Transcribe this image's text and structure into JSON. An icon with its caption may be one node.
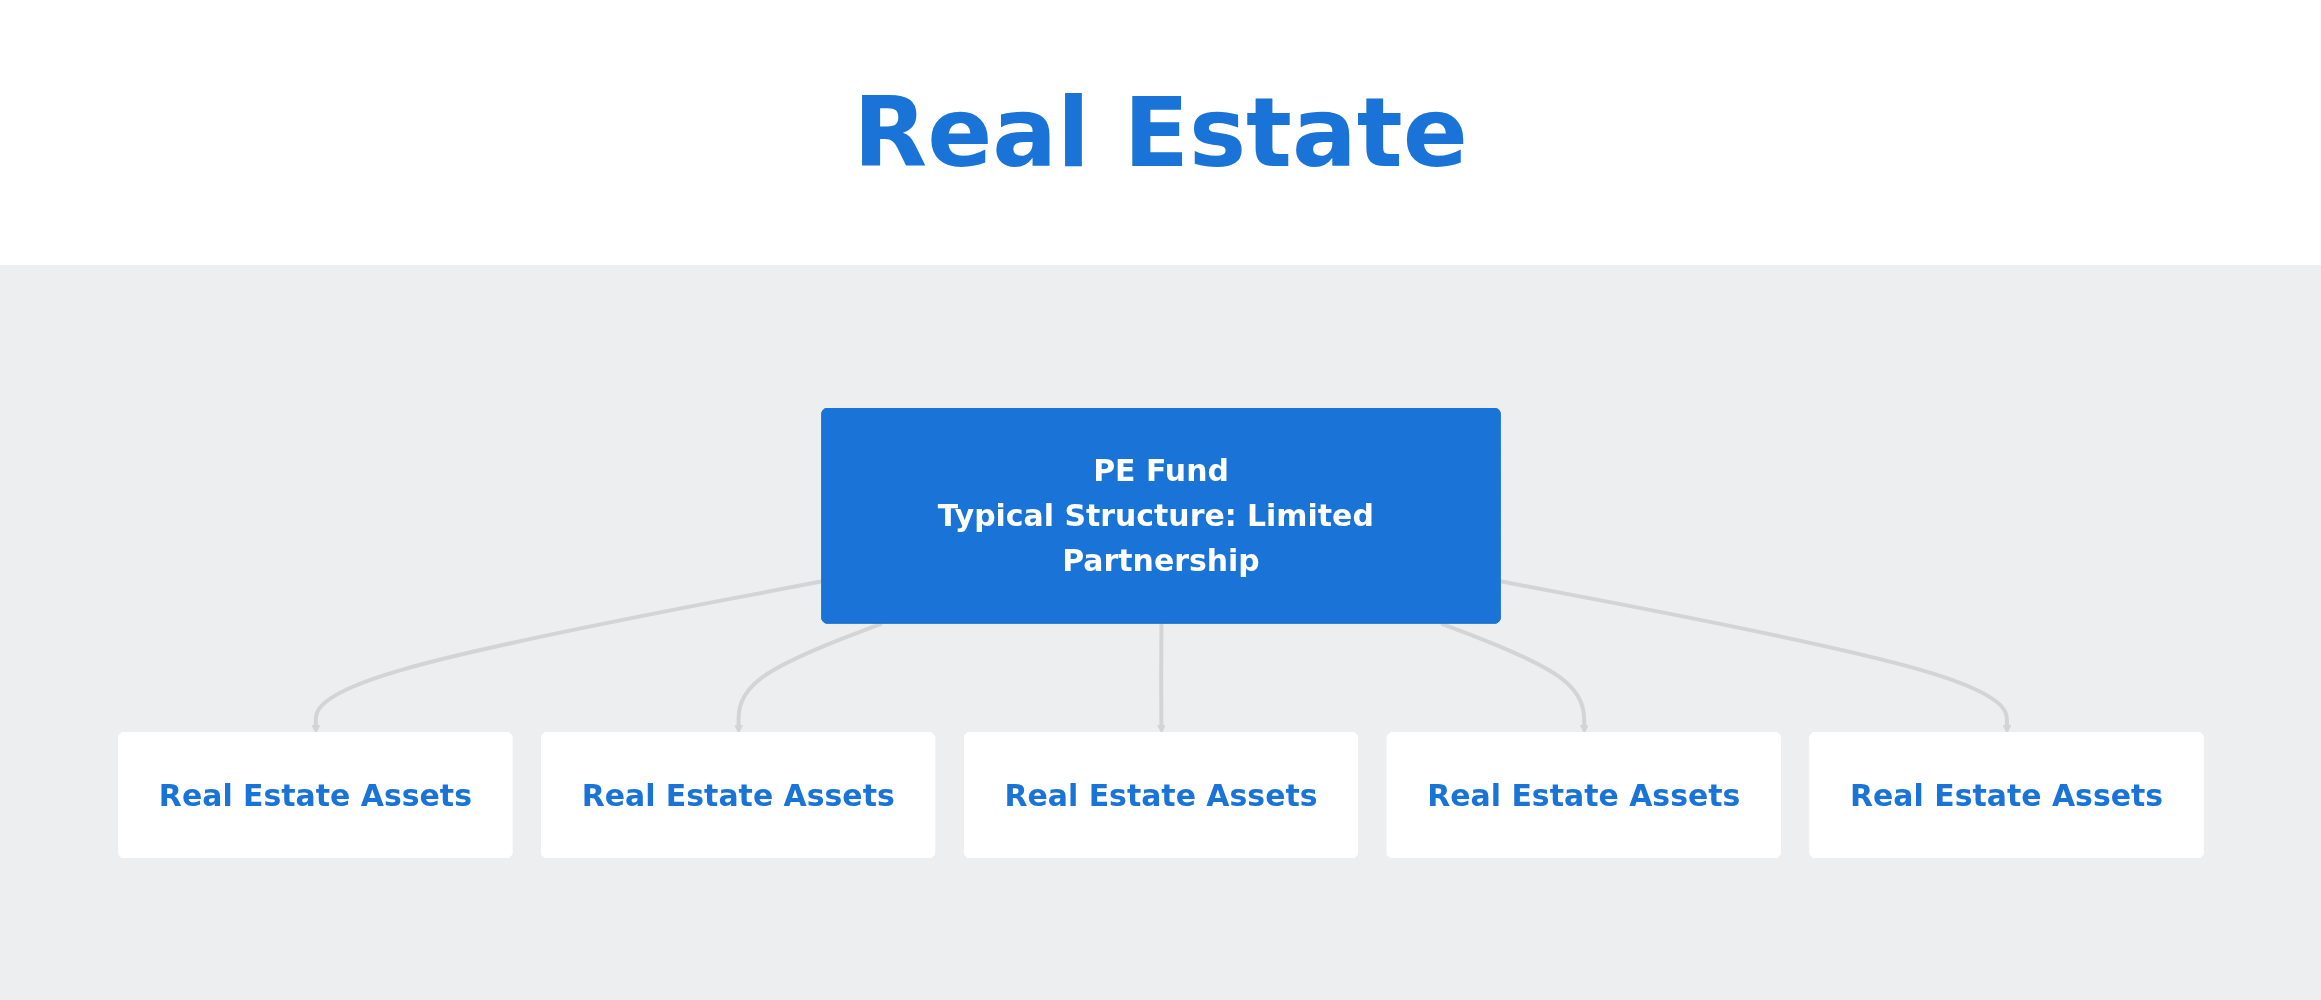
{
  "diagram": {
    "title": "Real Estate",
    "nodes": [
      {
        "text": [
          "PE Fund",
          "Typical Structure: Limited Partnership"
        ]
      },
      {
        "text": [
          "Real Estate Assets"
        ]
      },
      {
        "text": [
          "Real Estate Assets"
        ]
      },
      {
        "text": [
          "Real Estate Assets"
        ]
      },
      {
        "text": [
          "Real Estate Assets"
        ]
      },
      {
        "text": [
          "Real Estate Assets"
        ]
      }
    ],
    "edges": [
      {
        "from": 0,
        "to": 1,
        "arrow": "to"
      },
      {
        "from": 0,
        "to": 2,
        "arrow": "to"
      },
      {
        "from": 0,
        "to": 3,
        "arrow": "to"
      },
      {
        "from": 0,
        "to": 4,
        "arrow": "to"
      },
      {
        "from": 0,
        "to": 5,
        "arrow": "to"
      }
    ]
  }
}
